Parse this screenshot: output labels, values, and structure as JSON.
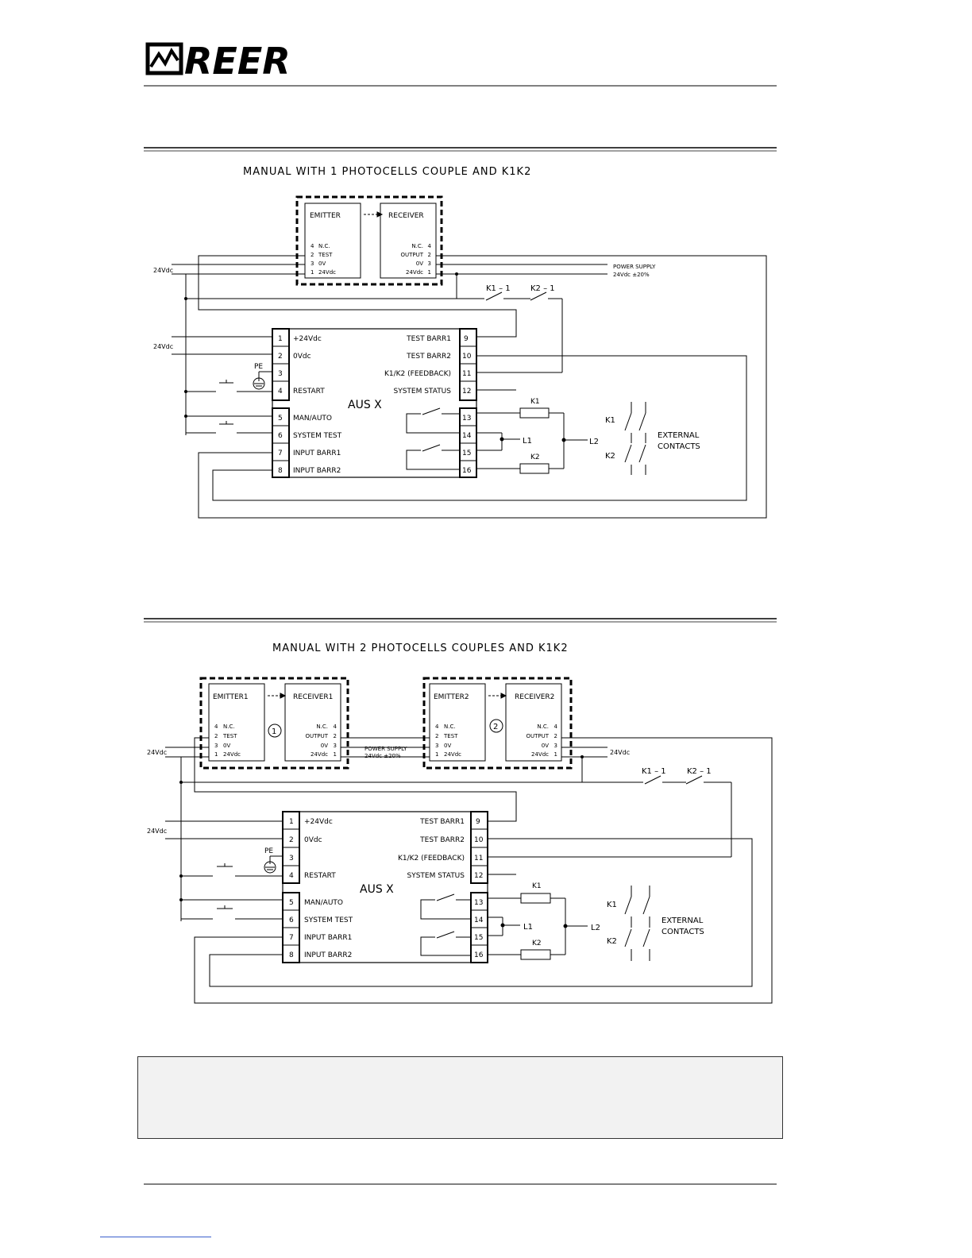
{
  "brand": {
    "logo_text": "REER"
  },
  "diagram1": {
    "title": "MANUAL  WITH  1  PHOTOCELLS  COUPLE  AND  K1K2",
    "emitter": {
      "label": "EMITTER",
      "pins": [
        {
          "num": "4",
          "name": "N.C."
        },
        {
          "num": "2",
          "name": "TEST"
        },
        {
          "num": "3",
          "name": "0V"
        },
        {
          "num": "1",
          "name": "24Vdc"
        }
      ]
    },
    "receiver": {
      "label": "RECEIVER",
      "pins": [
        {
          "num": "4",
          "name": "N.C."
        },
        {
          "num": "2",
          "name": "OUTPUT"
        },
        {
          "num": "3",
          "name": "0V"
        },
        {
          "num": "1",
          "name": "24Vdc"
        }
      ]
    },
    "supply_left": "24Vdc",
    "supply_right_1": "POWER  SUPPLY",
    "supply_right_2": "24Vdc ±20%",
    "supply2": "24Vdc",
    "pe": "PE",
    "k11": "K1 – 1",
    "k21": "K2 – 1"
  },
  "diagram2": {
    "title": "MANUAL  WITH  2  PHOTOCELLS  COUPLES  AND  K1K2",
    "emitter1": {
      "label": "EMITTER1"
    },
    "receiver1": {
      "label": "RECEIVER1"
    },
    "emitter2": {
      "label": "EMITTER2"
    },
    "receiver2": {
      "label": "RECEIVER2"
    },
    "circle1": "1",
    "circle2": "2",
    "emitter_pins": [
      {
        "num": "4",
        "name": "N.C."
      },
      {
        "num": "2",
        "name": "TEST"
      },
      {
        "num": "3",
        "name": "0V"
      },
      {
        "num": "1",
        "name": "24Vdc"
      }
    ],
    "receiver_pins": [
      {
        "num": "4",
        "name": "N.C."
      },
      {
        "num": "2",
        "name": "OUTPUT"
      },
      {
        "num": "3",
        "name": "0V"
      },
      {
        "num": "1",
        "name": "24Vdc"
      }
    ],
    "supply_left": "24Vdc",
    "supply_mid_1": "POWER  SUPPLY",
    "supply_mid_2": "24Vdc ±20%",
    "supply_right": "24Vdc",
    "supply2": "24Vdc",
    "pe": "PE",
    "k11": "K1 – 1",
    "k21": "K2 – 1"
  },
  "aus": {
    "name": "AUS  X",
    "left_terminals": [
      {
        "num": "1",
        "label": "+24Vdc"
      },
      {
        "num": "2",
        "label": "0Vdc"
      },
      {
        "num": "3",
        "label": ""
      },
      {
        "num": "4",
        "label": "RESTART"
      },
      {
        "num": "5",
        "label": "MAN/AUTO"
      },
      {
        "num": "6",
        "label": "SYSTEM  TEST"
      },
      {
        "num": "7",
        "label": "INPUT  BARR1"
      },
      {
        "num": "8",
        "label": "INPUT  BARR2"
      }
    ],
    "right_terminals": [
      {
        "num": "9",
        "label": "TEST  BARR1"
      },
      {
        "num": "10",
        "label": "TEST  BARR2"
      },
      {
        "num": "11",
        "label": "K1/K2  (FEEDBACK)"
      },
      {
        "num": "12",
        "label": "SYSTEM  STATUS"
      },
      {
        "num": "13",
        "label": ""
      },
      {
        "num": "14",
        "label": ""
      },
      {
        "num": "15",
        "label": ""
      },
      {
        "num": "16",
        "label": ""
      }
    ],
    "k1": "K1",
    "k2": "K2",
    "l1": "L1",
    "l2": "L2",
    "ext_k1": "K1",
    "ext_k2": "K2",
    "external_1": "EXTERNAL",
    "external_2": "CONTACTS"
  },
  "colors": {
    "ink": "#000000",
    "note_bg": "#f2f2f2",
    "link": "#3a5fcd"
  }
}
